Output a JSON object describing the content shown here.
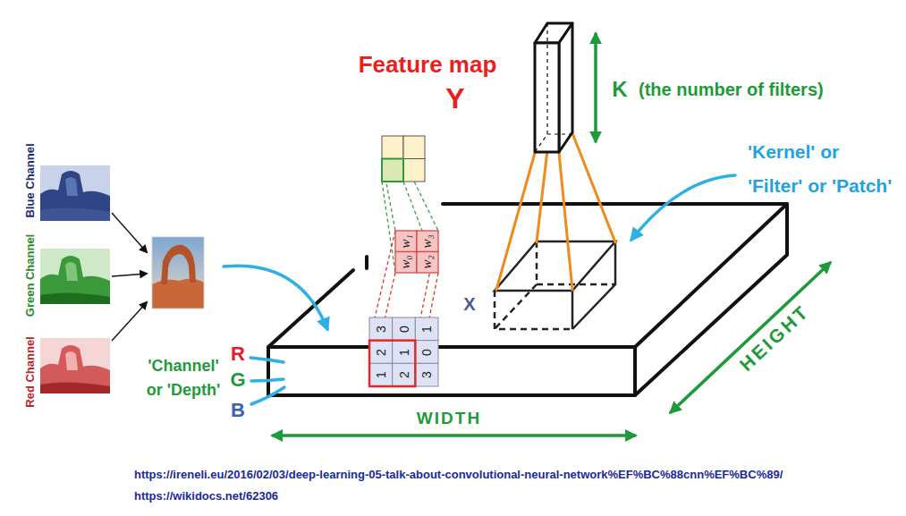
{
  "diagram": {
    "nodes": [
      {
        "text": [
          "Blue Channel"
        ]
      },
      {
        "text": [
          "Green Channel"
        ]
      },
      {
        "text": [
          "Red Channel"
        ]
      }
    ],
    "labels": [
      "Feature map",
      "Y",
      "K",
      "(the number of filters)",
      "'Kernel' or 'Filter' or 'Patch'",
      "w₁",
      "w₃",
      "w₀",
      "w₂",
      "X",
      "3",
      "0",
      "1",
      "2",
      "1",
      "0",
      "1",
      "2",
      "3",
      "'Channel' or 'Depth'",
      "R",
      "G",
      "B",
      "WIDTH",
      "HEIGHT",
      "https://ireneli.eu/2016/02/03/deep-learning-05-talk-about-convolutional-neural-network%EF%BC%88cnn%EF%BC%89/",
      "https://wikidocs.net/62306"
    ]
  }
}
